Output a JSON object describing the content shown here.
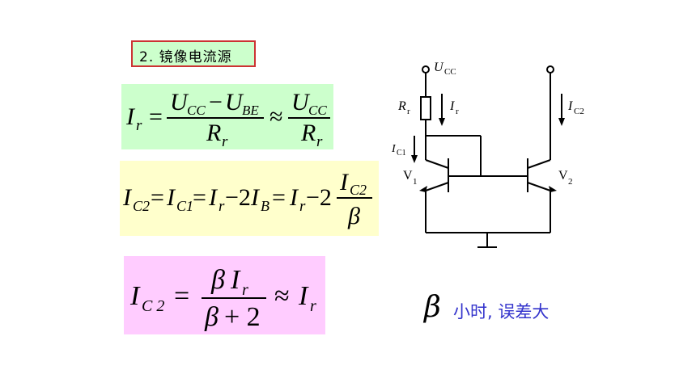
{
  "title": "2. 镜像电流源",
  "note": {
    "symbol": "β",
    "text": "小时, 误差大"
  },
  "circuit": {
    "supply_label": "U",
    "supply_sub": "CC",
    "resistor_label": "R",
    "resistor_sub": "r",
    "current_ir": "I",
    "current_ir_sub": "r",
    "current_ic1": "I",
    "current_ic1_sub": "C1",
    "current_ic2": "I",
    "current_ic2_sub": "C2",
    "v1": "V",
    "v1_sub": "1",
    "v2": "V",
    "v2_sub": "2"
  },
  "colors": {
    "title_bg": "#ccffcc",
    "title_border": "#cc3333",
    "eq1_bg": "#ccffcc",
    "eq2_bg": "#ffffcc",
    "eq3_bg": "#ffccff",
    "note_text": "#3333cc"
  }
}
